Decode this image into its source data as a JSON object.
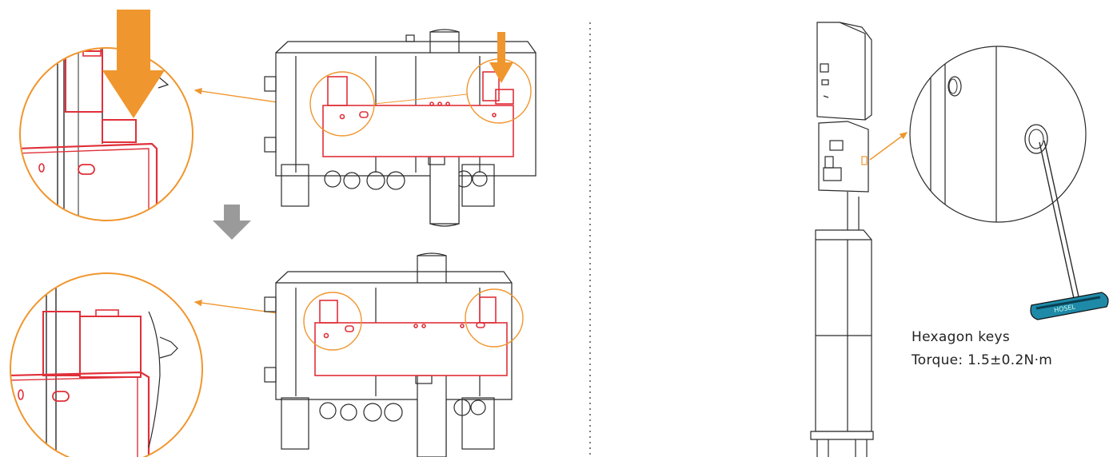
{
  "annotation": {
    "line1": "Hexagon keys",
    "line2": "Torque: 1.5±0.2N·m"
  },
  "tool": {
    "handle_text": "HOSEL"
  },
  "colors": {
    "accent_orange": "#f0962e",
    "red_bracket": "#e0303a",
    "step_arrow_gray": "#9a9a9a",
    "line_art": "#2a2a2a"
  },
  "icons": [
    "down-arrow-icon",
    "step-arrow-icon",
    "hex-key-icon",
    "callout-arrow-icon"
  ]
}
